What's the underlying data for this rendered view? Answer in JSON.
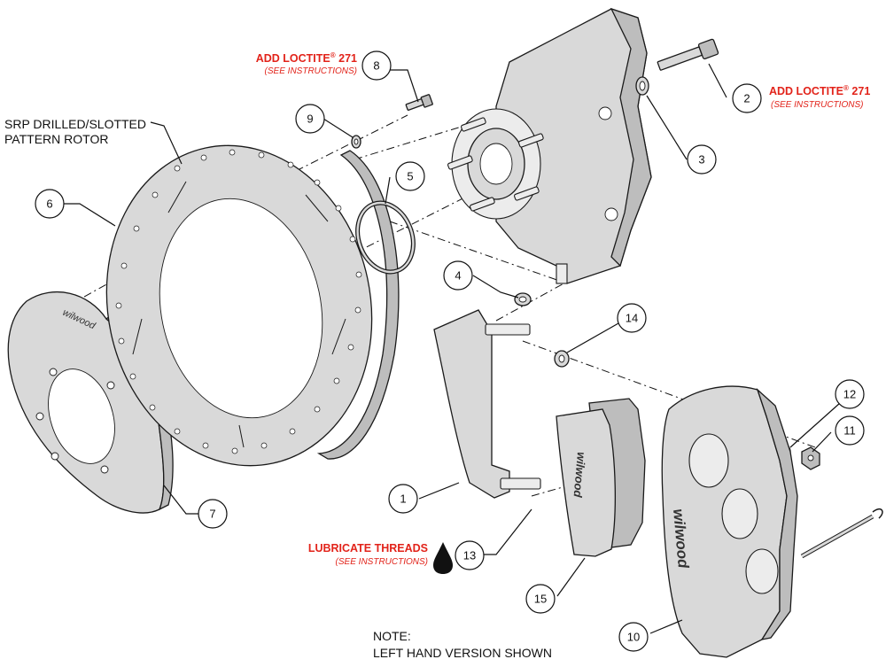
{
  "notes": {
    "loctite_top": {
      "title": "ADD LOCTITE",
      "reg": "®",
      "num": " 271",
      "sub": "(SEE INSTRUCTIONS)"
    },
    "loctite_right": {
      "title": "ADD LOCTITE",
      "reg": "®",
      "num": " 271",
      "sub": "(SEE INSTRUCTIONS)"
    },
    "lubricate": {
      "title": "LUBRICATE THREADS",
      "sub": "(SEE INSTRUCTIONS)"
    },
    "rotor_label": {
      "line1": "SRP DRILLED/SLOTTED",
      "line2": "PATTERN ROTOR"
    },
    "footer": {
      "line1": "NOTE:",
      "line2": "LEFT HAND VERSION SHOWN"
    }
  },
  "callouts": {
    "c1": "1",
    "c2": "2",
    "c3": "3",
    "c4": "4",
    "c5": "5",
    "c6": "6",
    "c7": "7",
    "c8": "8",
    "c9": "9",
    "c10": "10",
    "c11": "11",
    "c12": "12",
    "c13": "13",
    "c14": "14",
    "c15": "15"
  },
  "logos": {
    "hat": "wilwood",
    "pad": "wilwood",
    "caliper": "wilwood"
  },
  "colors": {
    "note_red": "#e2231a",
    "part_fill": "#d9d9d9",
    "outline": "#1a1a1a"
  }
}
